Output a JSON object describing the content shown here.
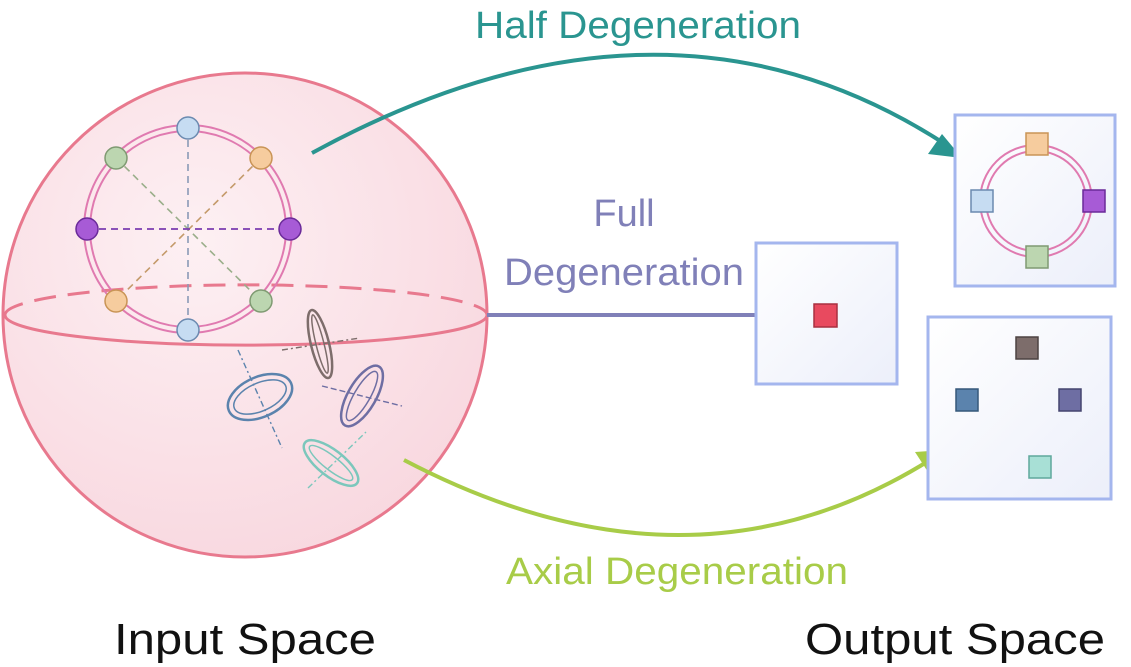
{
  "labels": {
    "half": "Half Degeneration",
    "full_line1": "Full",
    "full_line2": "Degeneration",
    "axial": "Axial Degeneration",
    "input_space": "Input Space",
    "output_space": "Output Space"
  },
  "colors": {
    "half": "#2a9590",
    "full": "#8080b8",
    "axial": "#a8cc48",
    "sphere_stroke": "#e8798e",
    "sphere_fill": "#fbe3e8",
    "box_stroke": "#a4b6ee",
    "box_fill": "#f2f4fc",
    "red_square": "#e84a5f",
    "text": "#111111"
  },
  "nodes": {
    "top_bottom": "#c6dcf2",
    "diag_a": "#bcd6b0",
    "diag_b": "#f6cc9e",
    "horizontal": "#a75bd6"
  },
  "rings": [
    {
      "name": "brown",
      "color": "#7d6d6b"
    },
    {
      "name": "blue",
      "color": "#5b83ad"
    },
    {
      "name": "purple",
      "color": "#6e6ea3"
    },
    {
      "name": "teal",
      "color": "#7cc7bc"
    }
  ],
  "half_output_squares": [
    "#f6cc9e",
    "#c6dcf2",
    "#a75bd6",
    "#bcd6b0"
  ],
  "axial_output_squares": [
    "#7d6d6b",
    "#5b83ad",
    "#6e6ea3",
    "#7cc7bc"
  ]
}
